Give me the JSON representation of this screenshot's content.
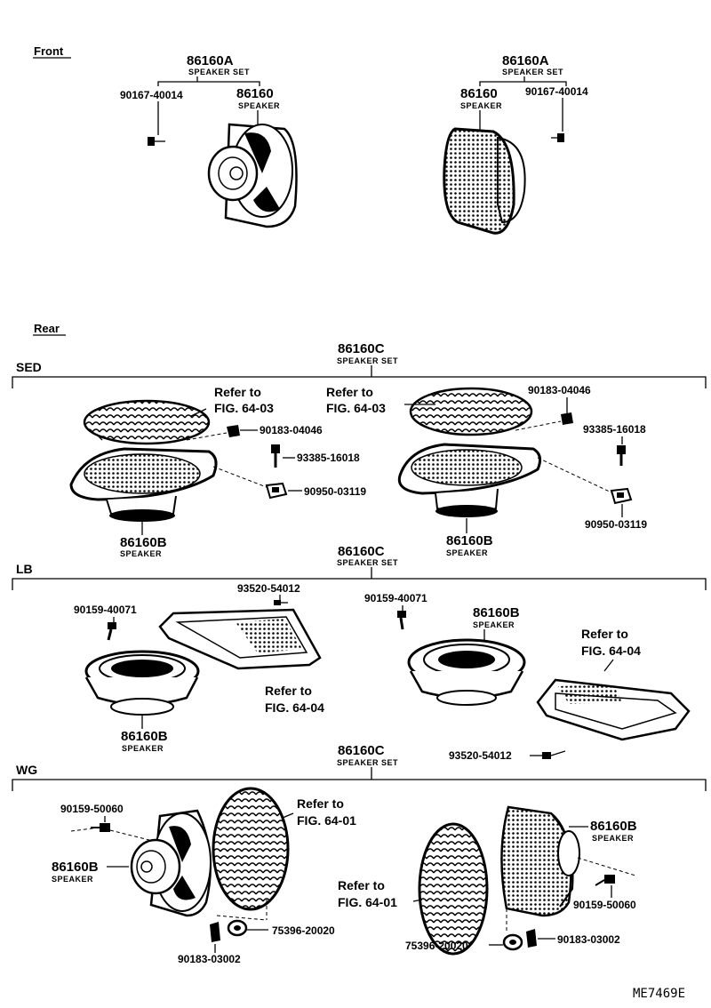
{
  "front": {
    "header": "Front",
    "left": {
      "set_number": "86160A",
      "set_label": "SPEAKER SET",
      "screw_part": "90167-40014",
      "speaker_number": "86160",
      "speaker_label": "SPEAKER"
    },
    "right": {
      "set_number": "86160A",
      "set_label": "SPEAKER SET",
      "screw_part": "90167-40014",
      "speaker_number": "86160",
      "speaker_label": "SPEAKER"
    }
  },
  "rear": {
    "header": "Rear",
    "sed": {
      "label": "SED",
      "set_number": "86160C",
      "set_label": "SPEAKER SET",
      "refer_left_1": "Refer to",
      "refer_left_2": "FIG. 64-03",
      "refer_right_1": "Refer to",
      "refer_right_2": "FIG. 64-03",
      "nut_left": "90183-04046",
      "bolt_left": "93385-16018",
      "clip_left": "90950-03119",
      "nut_right": "90183-04046",
      "bolt_right": "93385-16018",
      "clip_right": "90950-03119",
      "speaker_left_number": "86160B",
      "speaker_left_label": "SPEAKER",
      "speaker_right_number": "86160B",
      "speaker_right_label": "SPEAKER"
    },
    "lb": {
      "label": "LB",
      "set_number": "86160C",
      "set_label": "SPEAKER SET",
      "screw_top": "93520-54012",
      "bolt_left": "90159-40071",
      "bolt_right": "90159-40071",
      "refer_left_1": "Refer to",
      "refer_left_2": "FIG. 64-04",
      "refer_right_1": "Refer to",
      "refer_right_2": "FIG. 64-04",
      "speaker_left_number": "86160B",
      "speaker_left_label": "SPEAKER",
      "speaker_right_number": "86160B",
      "speaker_right_label": "SPEAKER",
      "screw_bottom": "93520-54012"
    },
    "wg": {
      "label": "WG",
      "set_number": "86160C",
      "set_label": "SPEAKER SET",
      "bolt_left": "90159-50060",
      "bolt_right": "90159-50060",
      "speaker_left_number": "86160B",
      "speaker_left_label": "SPEAKER",
      "speaker_right_number": "86160B",
      "speaker_right_label": "SPEAKER",
      "refer_left_1": "Refer to",
      "refer_left_2": "FIG. 64-01",
      "refer_right_1": "Refer to",
      "refer_right_2": "FIG. 64-01",
      "spacer_left": "75396-20020",
      "spacer_right": "75396-20020",
      "nut_left": "90183-03002",
      "nut_right": "90183-03002"
    }
  },
  "drawing_code": "ME7469E"
}
